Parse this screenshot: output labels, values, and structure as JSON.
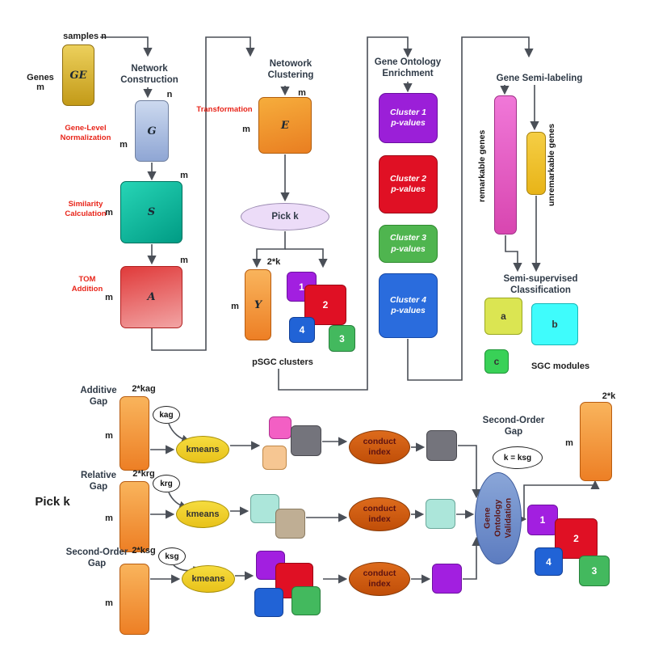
{
  "labels": {
    "m": "m",
    "n": "n"
  },
  "colors": {
    "arrow": "#4a4f57",
    "cluster_purple": "#a21fe0",
    "cluster_red": "#e01024",
    "cluster_blue": "#2163d6",
    "cluster_green": "#43b95e",
    "accent_red_text": "#e8251a",
    "validation_blue": "#6d8cc9"
  },
  "pipeline": {
    "samples_label": "samples n",
    "genes_label": "Genes\nm",
    "ge_matrix": "GE",
    "network_construction": {
      "title": "Network\nConstruction",
      "g_matrix": "G",
      "normalization": "Gene-Level\nNormalization",
      "s_matrix": "S",
      "similarity": "Similarity\nCalculation",
      "a_matrix": "A",
      "tom": "TOM\nAddition"
    },
    "network_clustering": {
      "title": "Netowork\nClustering",
      "transformation": "Transformation",
      "e_matrix": "E",
      "pick_k": "Pick k",
      "two_k": "2*k",
      "y_matrix": "Y",
      "clusters": [
        "1",
        "2",
        "4",
        "3"
      ],
      "caption": "pSGC clusters"
    },
    "go_enrichment": {
      "title": "Gene Ontology\nEnrichment",
      "boxes": [
        "Cluster 1\np-values",
        "Cluster 2\np-values",
        "Cluster 3\np-values",
        "Cluster 4\np-values"
      ]
    },
    "semi_labeling": {
      "title": "Gene Semi-labeling",
      "remarkable": "remarkable genes",
      "unremarkable": "unremarkable genes"
    },
    "classification": {
      "title": "Semi-supervised\nClassification",
      "modules": [
        "a",
        "b",
        "c"
      ],
      "caption": "SGC modules"
    }
  },
  "pick_k_detail": {
    "title": "Pick k",
    "rows": [
      {
        "heading": "Additive\nGap",
        "k_count": "2*kag",
        "k_value": "kag",
        "kmeans": "kmeans",
        "conduct": "conduct\nindex"
      },
      {
        "heading": "Relative\nGap",
        "k_count": "2*krg",
        "k_value": "krg",
        "kmeans": "kmeans",
        "conduct": "conduct\nindex"
      },
      {
        "heading": "Second-Order\nGap",
        "k_count": "2*ksg",
        "k_value": "ksg",
        "kmeans": "kmeans",
        "conduct": "conduct\nindex"
      }
    ],
    "validation": "Gene Ontology\nValidation",
    "result": {
      "heading": "Second-Order\nGap",
      "k_equation": "k = ksg",
      "k_count": "2*k",
      "clusters": [
        "1",
        "2",
        "4",
        "3"
      ]
    }
  }
}
